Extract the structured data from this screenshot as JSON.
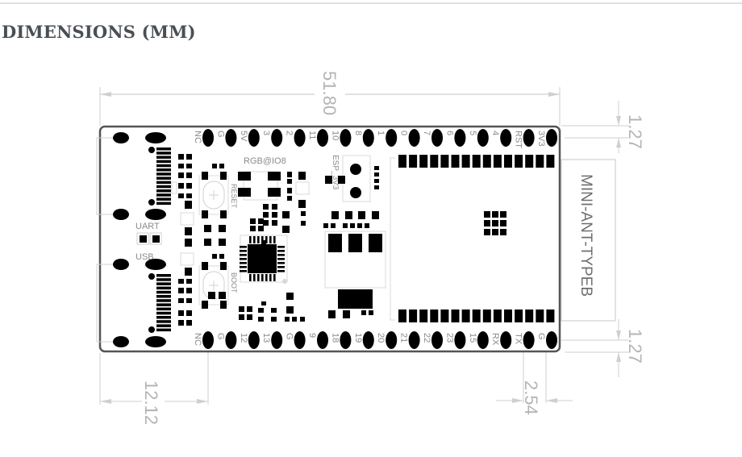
{
  "section": {
    "title": "DIMENSIONS (MM)"
  },
  "board": {
    "top_pins": [
      "NC",
      "G",
      "5V",
      "3",
      "2",
      "11",
      "10",
      "8",
      "1",
      "0",
      "7",
      "6",
      "5",
      "4",
      "RST",
      "3V3"
    ],
    "bottom_pins": [
      "NC",
      "G",
      "12",
      "13",
      "G",
      "9",
      "18",
      "19",
      "20",
      "21",
      "22",
      "23",
      "15",
      "RX",
      "TX",
      "G"
    ],
    "labels": {
      "rgb": "RGB@IO8",
      "reset": "RESET",
      "boot": "BOOT",
      "uart": "UART",
      "usb": "USB",
      "esp": "ESP_3V3",
      "antenna": "MINI-ANT-TYPEB"
    }
  },
  "dimensions": {
    "width": "51.80",
    "pin_offset_top": "1.27",
    "pin_offset_bottom": "1.27",
    "first_pin_offset": "12.12",
    "pin_pitch": "2.54"
  },
  "colors": {
    "heading": "#4a4f55",
    "dimension_lines": "#c8c8c8",
    "board_outline": "#555555",
    "silkscreen": "#8a8a8a",
    "pads": "#000000"
  }
}
